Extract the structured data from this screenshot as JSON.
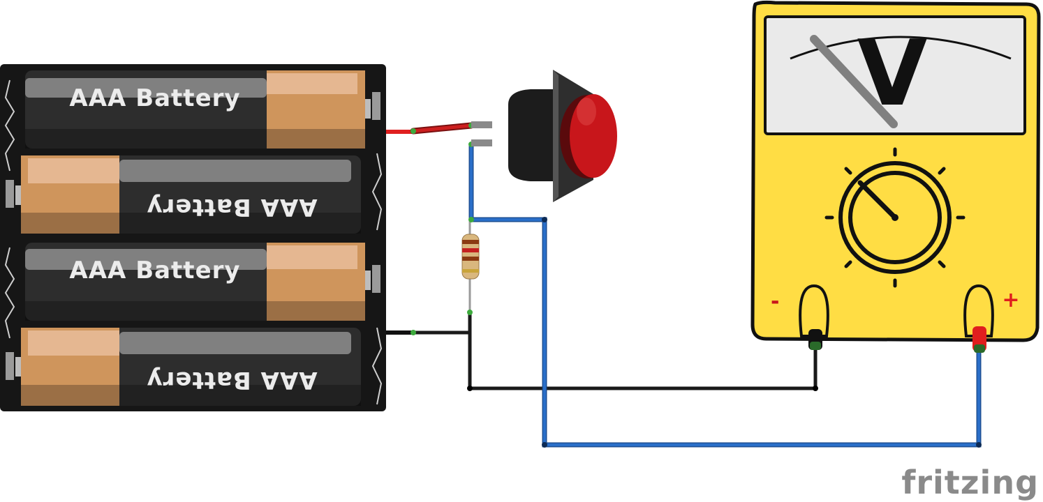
{
  "battery_pack": {
    "cells": [
      {
        "label": "AAA Battery"
      },
      {
        "label": "AAA Battery"
      },
      {
        "label": "AAA Battery"
      },
      {
        "label": "AAA Battery"
      }
    ]
  },
  "voltmeter": {
    "face_symbol": "V",
    "minus_label": "-",
    "plus_label": "+"
  },
  "watermark": {
    "text": "fritzing"
  },
  "colors": {
    "wire_blue": "#2a6fc9",
    "wire_black": "#1a1a1a",
    "wire_red": "#cc1f1f",
    "meter_body": "#ffdd44",
    "button_cap": "#c8161b",
    "battery_copper": "#d09a62",
    "battery_body": "#2a2a2a"
  },
  "components": [
    "battery-pack-4xAAA",
    "pushbutton",
    "resistor",
    "analog-voltmeter"
  ]
}
